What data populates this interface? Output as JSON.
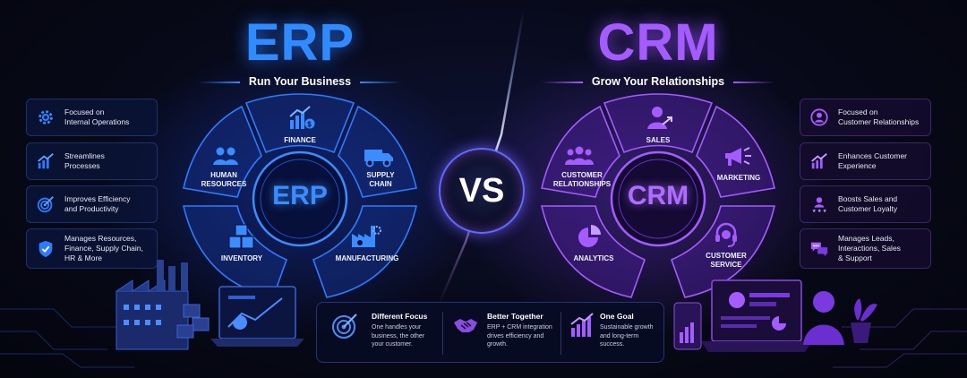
{
  "erp": {
    "title": "ERP",
    "subtitle": "Run Your Business",
    "center": "ERP",
    "segments": {
      "finance": "FINANCE",
      "human_resources": "HUMAN\nRESOURCES",
      "supply_chain": "SUPPLY\nCHAIN",
      "inventory": "INVENTORY",
      "manufacturing": "MANUFACTURING"
    },
    "features": [
      {
        "icon": "gear-icon",
        "text": "Focused on\nInternal Operations"
      },
      {
        "icon": "growth-chart-icon",
        "text": "Streamlines\nProcesses"
      },
      {
        "icon": "target-icon",
        "text": "Improves Efficiency\nand Productivity"
      },
      {
        "icon": "shield-check-icon",
        "text": "Manages Resources,\nFinance, Supply Chain,\nHR & More"
      }
    ],
    "accent": "#2f8bff"
  },
  "crm": {
    "title": "CRM",
    "subtitle": "Grow Your Relationships",
    "center": "CRM",
    "segments": {
      "sales": "SALES",
      "customer_relationships": "CUSTOMER\nRELATIONSHIPS",
      "marketing": "MARKETING",
      "analytics": "ANALYTICS",
      "customer_service": "CUSTOMER\nSERVICE"
    },
    "features": [
      {
        "icon": "user-circle-icon",
        "text": "Focused on\nCustomer Relationships"
      },
      {
        "icon": "growth-chart-icon",
        "text": "Enhances Customer\nExperience"
      },
      {
        "icon": "user-stars-icon",
        "text": "Boosts Sales and\nCustomer Loyalty"
      },
      {
        "icon": "chat-bubbles-icon",
        "text": "Manages Leads,\nInteractions, Sales\n& Support"
      }
    ],
    "accent": "#a45cff"
  },
  "vs_label": "VS",
  "bottom": [
    {
      "icon": "target-icon",
      "title": "Different Focus",
      "text": "One handles your\nbusiness, the other\nyour customer."
    },
    {
      "icon": "handshake-icon",
      "title": "Better Together",
      "text": "ERP + CRM integration\ndrives efficiency and\ngrowth."
    },
    {
      "icon": "growth-chart-icon",
      "title": "One Goal",
      "text": "Sustainable growth\nand long-term\nsuccess."
    }
  ]
}
